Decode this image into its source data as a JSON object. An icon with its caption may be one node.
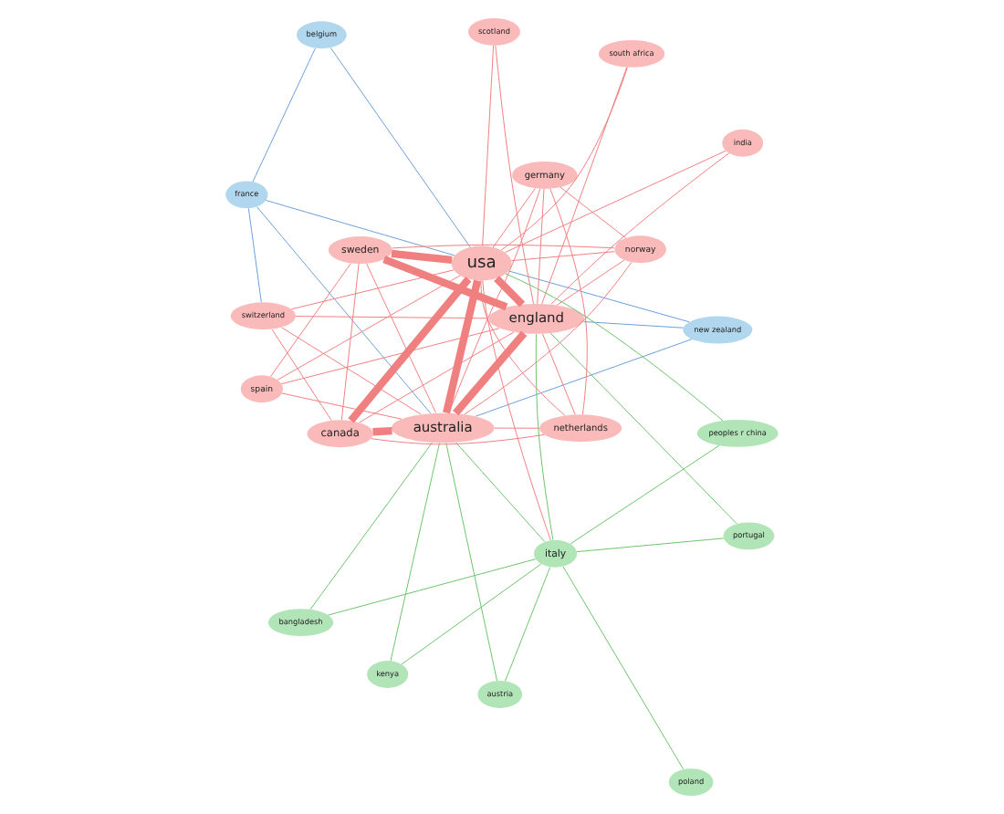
{
  "diagram": {
    "nodes": [
      {
        "text": [
          "belgium"
        ]
      },
      {
        "text": [
          "new zealand"
        ]
      },
      {
        "text": [
          "kenya"
        ]
      },
      {
        "text": [
          "france"
        ]
      },
      {
        "text": [
          "austria"
        ]
      },
      {
        "text": [
          "switzerland"
        ]
      },
      {
        "text": [
          "bangladesh"
        ]
      },
      {
        "text": [
          "australia"
        ]
      },
      {
        "text": [
          "canada"
        ]
      },
      {
        "text": [
          "portugal"
        ]
      },
      {
        "text": [
          "italy"
        ]
      },
      {
        "text": [
          "usa"
        ]
      },
      {
        "text": [
          "england"
        ]
      },
      {
        "text": [
          "peoples r china"
        ]
      },
      {
        "text": [
          "south africa"
        ]
      },
      {
        "text": [
          "netherlands"
        ]
      },
      {
        "text": [
          "india"
        ]
      },
      {
        "text": [
          "germany"
        ]
      },
      {
        "text": [
          "poland"
        ]
      },
      {
        "text": [
          "scotland"
        ]
      },
      {
        "text": [
          "sweden"
        ]
      },
      {
        "text": [
          "spain"
        ]
      },
      {
        "text": [
          "norway"
        ]
      }
    ],
    "edges": [
      {
        "from": 11,
        "to": 12,
        "arrow": "none",
        "style": "thick"
      },
      {
        "from": 11,
        "to": 7,
        "arrow": "none",
        "style": "thick"
      },
      {
        "from": 12,
        "to": 7,
        "arrow": "none",
        "style": "thick"
      },
      {
        "from": 11,
        "to": 8,
        "arrow": "none",
        "style": "thick"
      },
      {
        "from": 8,
        "to": 7,
        "arrow": "none",
        "style": "thick"
      },
      {
        "from": 11,
        "to": 20,
        "arrow": "none",
        "style": "thick"
      },
      {
        "from": 12,
        "to": 20,
        "arrow": "none",
        "style": "thick"
      },
      {
        "from": 11,
        "to": 15,
        "arrow": "none"
      },
      {
        "from": 11,
        "to": 17,
        "arrow": "none"
      },
      {
        "from": 11,
        "to": 21,
        "arrow": "none"
      },
      {
        "from": 11,
        "to": 22,
        "arrow": "none"
      },
      {
        "from": 11,
        "to": 19,
        "arrow": "none"
      },
      {
        "from": 11,
        "to": 14,
        "arrow": "none"
      },
      {
        "from": 11,
        "to": 16,
        "arrow": "none"
      },
      {
        "from": 11,
        "to": 5,
        "arrow": "none"
      },
      {
        "from": 11,
        "to": 10,
        "arrow": "none"
      },
      {
        "from": 12,
        "to": 8,
        "arrow": "none"
      },
      {
        "from": 12,
        "to": 15,
        "arrow": "none"
      },
      {
        "from": 12,
        "to": 17,
        "arrow": "none"
      },
      {
        "from": 12,
        "to": 21,
        "arrow": "none"
      },
      {
        "from": 12,
        "to": 22,
        "arrow": "none"
      },
      {
        "from": 12,
        "to": 19,
        "arrow": "none"
      },
      {
        "from": 12,
        "to": 5,
        "arrow": "none"
      },
      {
        "from": 12,
        "to": 14,
        "arrow": "none"
      },
      {
        "from": 12,
        "to": 16,
        "arrow": "none"
      },
      {
        "from": 7,
        "to": 20,
        "arrow": "none"
      },
      {
        "from": 7,
        "to": 17,
        "arrow": "none"
      },
      {
        "from": 7,
        "to": 15,
        "arrow": "none"
      },
      {
        "from": 7,
        "to": 5,
        "arrow": "none"
      },
      {
        "from": 7,
        "to": 21,
        "arrow": "none"
      },
      {
        "from": 7,
        "to": 22,
        "arrow": "none"
      },
      {
        "from": 8,
        "to": 5,
        "arrow": "none"
      },
      {
        "from": 8,
        "to": 15,
        "arrow": "none"
      },
      {
        "from": 8,
        "to": 20,
        "arrow": "none"
      },
      {
        "from": 20,
        "to": 22,
        "arrow": "none"
      },
      {
        "from": 20,
        "to": 21,
        "arrow": "none"
      },
      {
        "from": 17,
        "to": 22,
        "arrow": "none"
      },
      {
        "from": 15,
        "to": 17,
        "arrow": "none"
      },
      {
        "from": 3,
        "to": 7,
        "arrow": "none",
        "color": "#6a9fd8"
      },
      {
        "from": 3,
        "to": 11,
        "arrow": "none",
        "color": "#6a9fd8"
      },
      {
        "from": 3,
        "to": 0,
        "arrow": "none",
        "color": "#6a9fd8"
      },
      {
        "from": 3,
        "to": 5,
        "arrow": "none",
        "color": "#6a9fd8"
      },
      {
        "from": 1,
        "to": 7,
        "arrow": "none",
        "color": "#6a9fd8"
      },
      {
        "from": 1,
        "to": 11,
        "arrow": "none",
        "color": "#6a9fd8"
      },
      {
        "from": 1,
        "to": 12,
        "arrow": "none",
        "color": "#6a9fd8"
      },
      {
        "from": 0,
        "to": 11,
        "arrow": "none",
        "color": "#6a9fd8"
      },
      {
        "from": 10,
        "to": 12,
        "arrow": "none",
        "color": "#6cc36c"
      },
      {
        "from": 10,
        "to": 7,
        "arrow": "none",
        "color": "#6cc36c"
      },
      {
        "from": 10,
        "to": 9,
        "arrow": "none",
        "color": "#6cc36c"
      },
      {
        "from": 10,
        "to": 13,
        "arrow": "none",
        "color": "#6cc36c"
      },
      {
        "from": 10,
        "to": 18,
        "arrow": "none",
        "color": "#6cc36c"
      },
      {
        "from": 10,
        "to": 4,
        "arrow": "none",
        "color": "#6cc36c"
      },
      {
        "from": 10,
        "to": 6,
        "arrow": "none",
        "color": "#6cc36c"
      },
      {
        "from": 10,
        "to": 2,
        "arrow": "none",
        "color": "#6cc36c"
      },
      {
        "from": 6,
        "to": 7,
        "arrow": "none",
        "color": "#6cc36c"
      },
      {
        "from": 2,
        "to": 7,
        "arrow": "none",
        "color": "#6cc36c"
      },
      {
        "from": 4,
        "to": 7,
        "arrow": "none",
        "color": "#6cc36c"
      },
      {
        "from": 13,
        "to": 11,
        "arrow": "none",
        "color": "#6cc36c"
      },
      {
        "from": 9,
        "to": 12,
        "arrow": "none",
        "color": "#6cc36c"
      }
    ]
  }
}
